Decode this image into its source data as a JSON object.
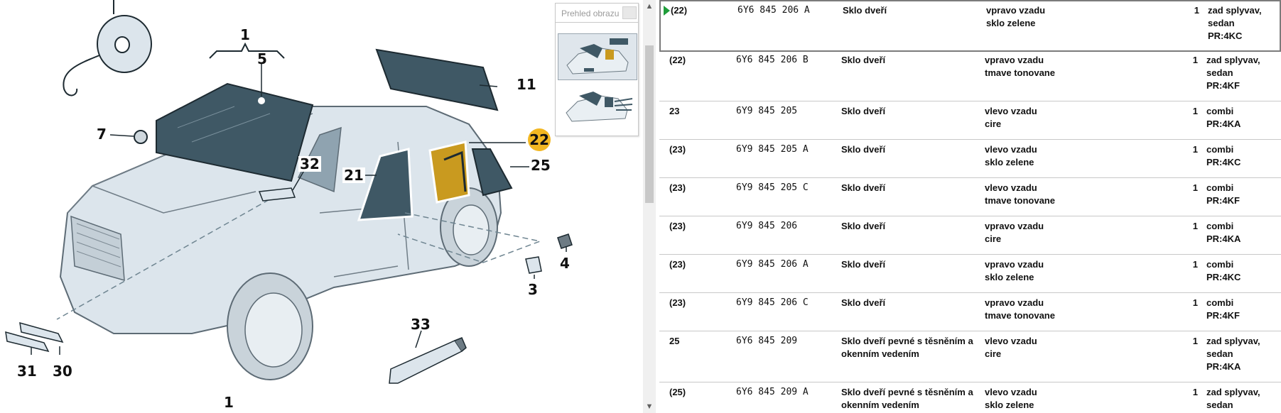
{
  "diagram": {
    "callouts": [
      {
        "id": "c1-top",
        "text": "1"
      },
      {
        "id": "c5",
        "text": "5"
      },
      {
        "id": "c7",
        "text": "7"
      },
      {
        "id": "c11",
        "text": "11"
      },
      {
        "id": "c22",
        "text": "22"
      },
      {
        "id": "c25",
        "text": "25"
      },
      {
        "id": "c21",
        "text": "21"
      },
      {
        "id": "c32",
        "text": "32"
      },
      {
        "id": "c4",
        "text": "4"
      },
      {
        "id": "c3",
        "text": "3"
      },
      {
        "id": "c33",
        "text": "33"
      },
      {
        "id": "c31",
        "text": "31"
      },
      {
        "id": "c30",
        "text": "30"
      },
      {
        "id": "c1-bottom",
        "text": "1"
      }
    ],
    "highlight_color": "#f2b722"
  },
  "thumbnail": {
    "title": "Prehled obrazu"
  },
  "parts": {
    "rows": [
      {
        "pos": "(22)",
        "part": "6Y6 845 206 A",
        "name": "Sklo dveří",
        "desc": "vpravo vzadu\nsklo zelene",
        "qty": "1",
        "note": "zad splyvav,\nsedan\nPR:4KC",
        "selected": true
      },
      {
        "pos": "(22)",
        "part": "6Y6 845 206 B",
        "name": "Sklo dveří",
        "desc": "vpravo vzadu\ntmave tonovane",
        "qty": "1",
        "note": "zad splyvav,\nsedan\nPR:4KF"
      },
      {
        "pos": "23",
        "part": "6Y9 845 205",
        "name": "Sklo dveří",
        "desc": "vlevo vzadu\ncire",
        "qty": "1",
        "note": "combi\nPR:4KA"
      },
      {
        "pos": "(23)",
        "part": "6Y9 845 205 A",
        "name": "Sklo dveří",
        "desc": "vlevo vzadu\nsklo zelene",
        "qty": "1",
        "note": "combi\nPR:4KC"
      },
      {
        "pos": "(23)",
        "part": "6Y9 845 205 C",
        "name": "Sklo dveří",
        "desc": "vlevo vzadu\ntmave tonovane",
        "qty": "1",
        "note": "combi\nPR:4KF"
      },
      {
        "pos": "(23)",
        "part": "6Y9 845 206",
        "name": "Sklo dveří",
        "desc": "vpravo vzadu\ncire",
        "qty": "1",
        "note": "combi\nPR:4KA"
      },
      {
        "pos": "(23)",
        "part": "6Y9 845 206 A",
        "name": "Sklo dveří",
        "desc": "vpravo vzadu\nsklo zelene",
        "qty": "1",
        "note": "combi\nPR:4KC"
      },
      {
        "pos": "(23)",
        "part": "6Y9 845 206 C",
        "name": "Sklo dveří",
        "desc": "vpravo vzadu\ntmave tonovane",
        "qty": "1",
        "note": "combi\nPR:4KF"
      },
      {
        "pos": "25",
        "part": "6Y6 845 209",
        "name": "Sklo dveří pevné s těsněním a okenním vedením",
        "desc": "vlevo vzadu\ncire",
        "qty": "1",
        "note": "zad splyvav,\nsedan\nPR:4KA"
      },
      {
        "pos": "(25)",
        "part": "6Y6 845 209 A",
        "name": "Sklo dveří pevné s těsněním a okenním vedením",
        "desc": "vlevo vzadu\nsklo zelene",
        "qty": "1",
        "note": "zad splyvav,\nsedan"
      }
    ]
  },
  "colors": {
    "selection_marker": "#1f9d3a",
    "glass": "#3f5865",
    "car_body": "#dce5ec"
  }
}
